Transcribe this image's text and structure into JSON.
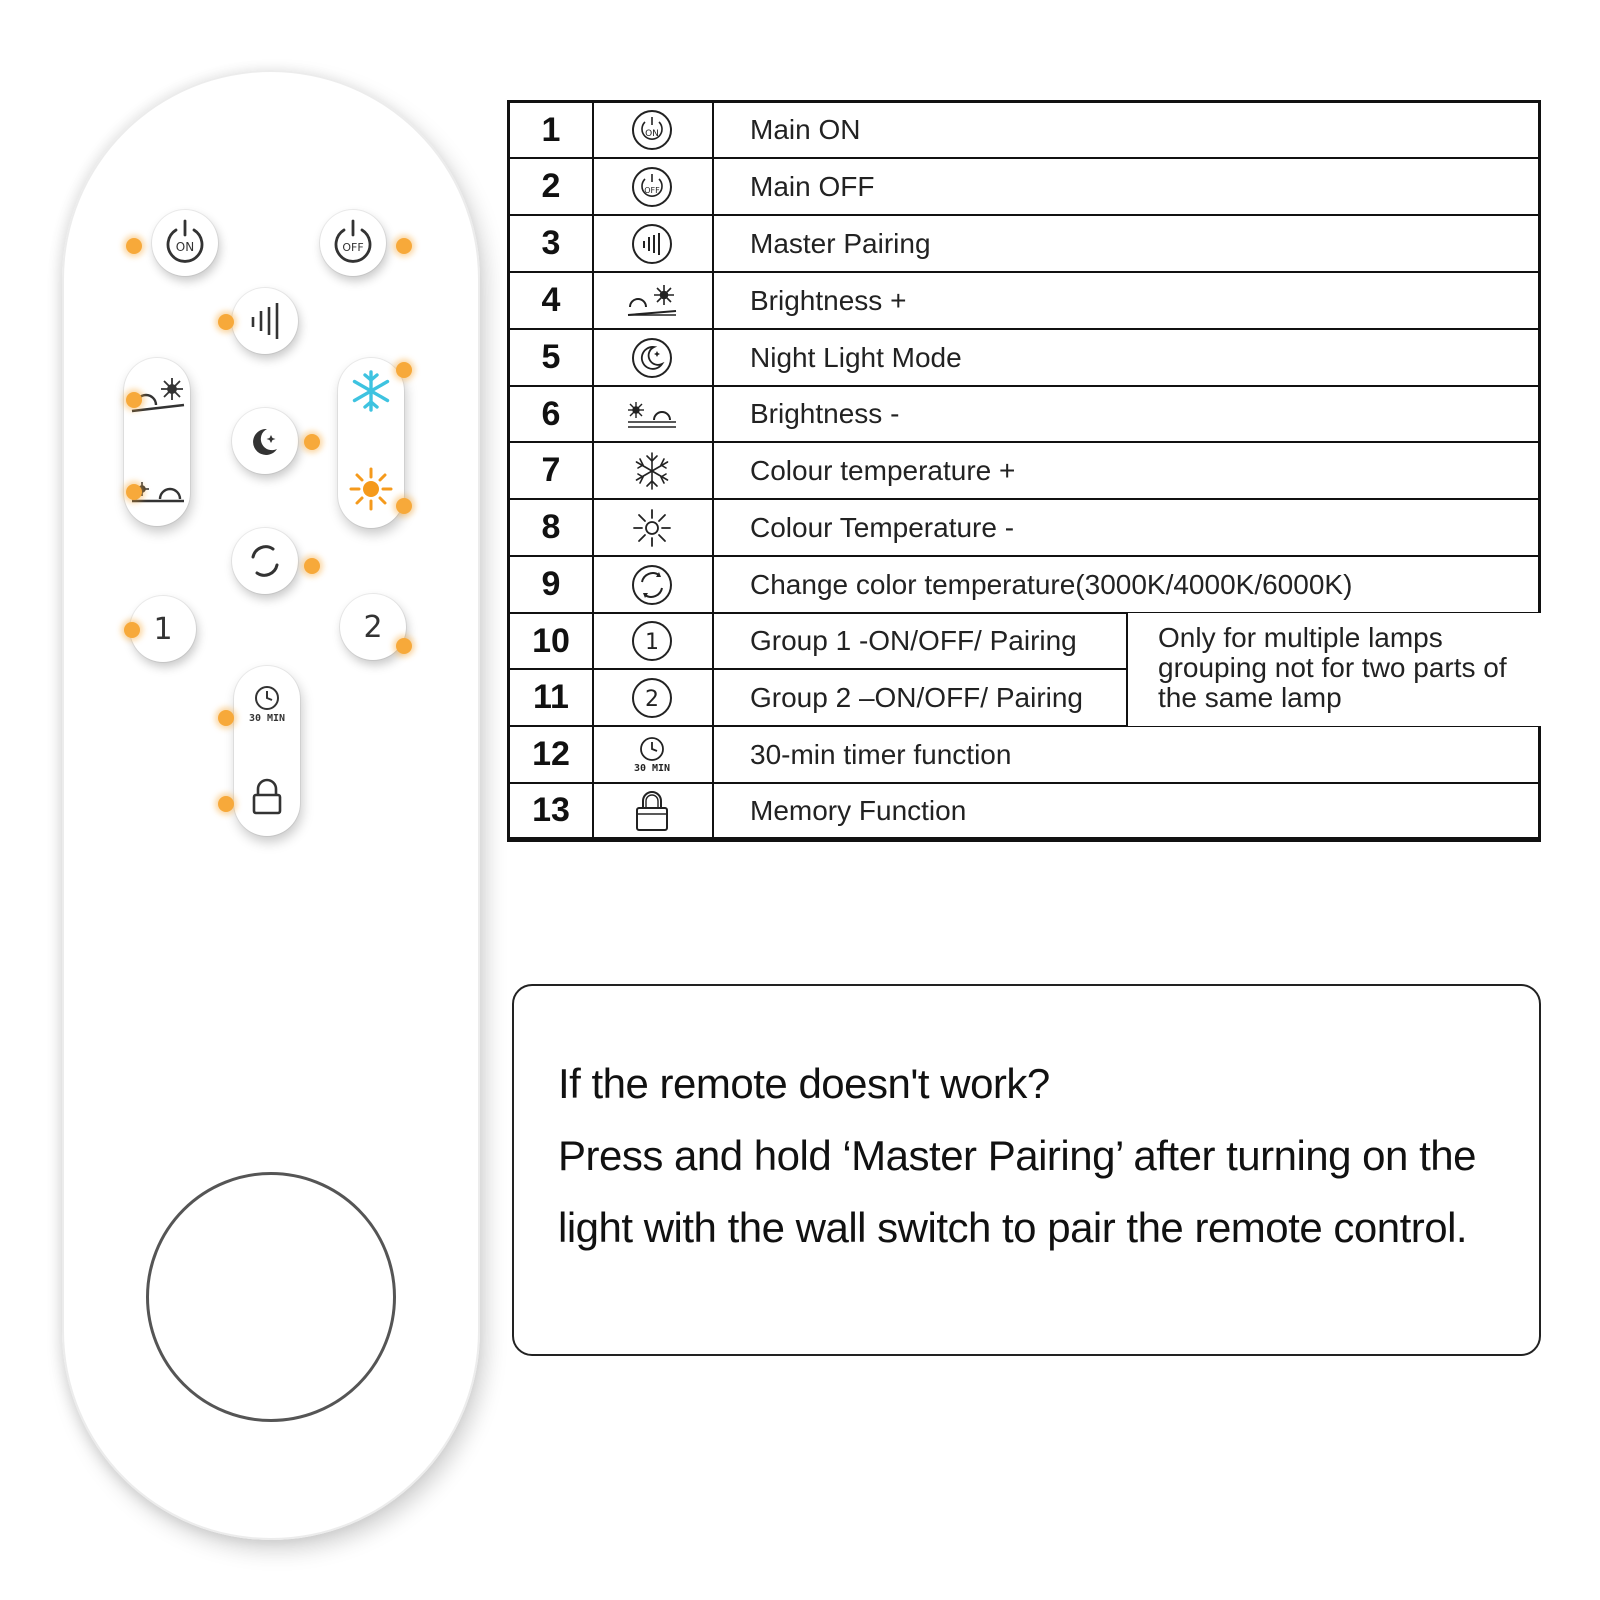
{
  "remote": {
    "buttons": [
      {
        "id": 1,
        "icon": "power-on-icon",
        "text": "ON"
      },
      {
        "id": 2,
        "icon": "power-off-icon",
        "text": "OFF"
      },
      {
        "id": 3,
        "icon": "master-pairing-icon"
      },
      {
        "id": 4,
        "icon": "brightness-up-icon"
      },
      {
        "id": 5,
        "icon": "night-light-icon"
      },
      {
        "id": 6,
        "icon": "brightness-down-icon"
      },
      {
        "id": 7,
        "icon": "snowflake-icon",
        "color": "#3ec3e0"
      },
      {
        "id": 8,
        "icon": "sun-icon",
        "color": "#f59a1c"
      },
      {
        "id": 9,
        "icon": "color-cycle-icon"
      },
      {
        "id": 10,
        "icon": "group-1-icon",
        "text": "1"
      },
      {
        "id": 11,
        "icon": "group-2-icon",
        "text": "2"
      },
      {
        "id": 12,
        "icon": "timer-icon",
        "text": "30 MIN"
      },
      {
        "id": 13,
        "icon": "lock-icon"
      }
    ],
    "indicator_color": "#f7a93a"
  },
  "legend": {
    "rows": [
      {
        "num": "1",
        "icon": "power-on-icon",
        "icon_text": "ON",
        "desc": "Main ON"
      },
      {
        "num": "2",
        "icon": "power-off-icon",
        "icon_text": "OFF",
        "desc": "Main OFF"
      },
      {
        "num": "3",
        "icon": "master-pairing-icon",
        "desc": "Master Pairing"
      },
      {
        "num": "4",
        "icon": "brightness-up-icon",
        "desc": "Brightness +"
      },
      {
        "num": "5",
        "icon": "night-light-icon",
        "desc": "Night Light Mode"
      },
      {
        "num": "6",
        "icon": "brightness-down-icon",
        "desc": "Brightness  -"
      },
      {
        "num": "7",
        "icon": "snowflake-icon",
        "desc": "Colour temperature +"
      },
      {
        "num": "8",
        "icon": "sun-icon",
        "desc": "Colour Temperature -"
      },
      {
        "num": "9",
        "icon": "color-cycle-icon",
        "desc": "Change color temperature(3000K/4000K/6000K)"
      },
      {
        "num": "10",
        "icon": "group-1-icon",
        "icon_text": "1",
        "desc": "Group 1 -ON/OFF/ Pairing"
      },
      {
        "num": "11",
        "icon": "group-2-icon",
        "icon_text": "2",
        "desc": "Group 2  –ON/OFF/ Pairing"
      },
      {
        "num": "12",
        "icon": "timer-icon",
        "icon_text": "30 MIN",
        "desc": "30-min timer function"
      },
      {
        "num": "13",
        "icon": "lock-icon",
        "desc": "Memory Function"
      }
    ],
    "group_note": "Only for multiple lamps grouping not for two parts of the same lamp"
  },
  "troubleshooting": {
    "question": "If the remote doesn't work?",
    "line1": "Press and hold ‘Master Pairing’ after turning on the",
    "line2": "light with the wall switch to pair the remote control."
  }
}
